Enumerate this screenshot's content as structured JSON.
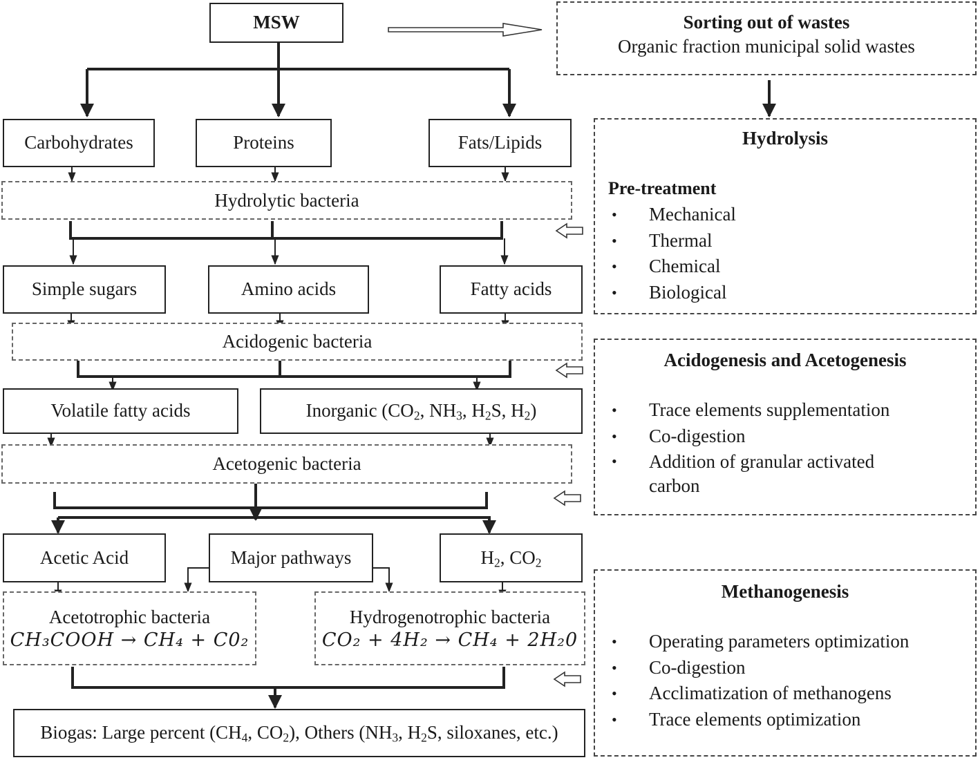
{
  "flow": {
    "msw": "MSW",
    "substrates": [
      "Carbohydrates",
      "Proteins",
      "Fats/Lipids"
    ],
    "hydrolytic": "Hydrolytic bacteria",
    "monomers": [
      "Simple sugars",
      "Amino acids",
      "Fatty acids"
    ],
    "acidogenic": "Acidogenic bacteria",
    "vfa": "Volatile fatty acids",
    "inorganic": {
      "pre": "Inorganic (CO",
      "s1": "2",
      "t1": ", NH",
      "s2": "3",
      "t2": ", H",
      "s3": "2",
      "t3": "S, H",
      "s4": "2",
      "t4": ")"
    },
    "acetogenic": "Acetogenic bacteria",
    "acetic": "Acetic Acid",
    "major": "Major pathways",
    "h2co2": {
      "a": "H",
      "s1": "2",
      "b": ", CO",
      "s2": "2"
    },
    "acetotrophic": {
      "name": "Acetotrophic bacteria",
      "eq": "CH₃COOH → CH₄ + C0₂"
    },
    "hydrogenotrophic": {
      "name": "Hydrogenotrophic bacteria",
      "eq": "CO₂ + 4H₂ → CH₄ + 2H₂0"
    },
    "biogas": {
      "a": "Biogas: Large percent  (CH",
      "s1": "4",
      "b": ", CO",
      "s2": "2",
      "c": "), Others (NH",
      "s3": "3",
      "d": ", H",
      "s4": "2",
      "e": "S, siloxanes, etc.)"
    }
  },
  "side": {
    "sorting": {
      "title": "Sorting out of wastes",
      "subtitle": "Organic fraction municipal solid wastes"
    },
    "hydrolysis": {
      "title": "Hydrolysis",
      "pre_title": "Pre-treatment",
      "items": [
        "Mechanical",
        "Thermal",
        "Chemical",
        "Biological"
      ]
    },
    "acido": {
      "title": "Acidogenesis and Acetogenesis",
      "items": [
        "Trace elements supplementation",
        "Co-digestion",
        "Addition of granular activated",
        "carbon"
      ]
    },
    "methano": {
      "title": "Methanogenesis",
      "items": [
        "Operating parameters optimization",
        "Co-digestion",
        "Acclimatization of methanogens",
        "Trace elements optimization"
      ]
    }
  }
}
